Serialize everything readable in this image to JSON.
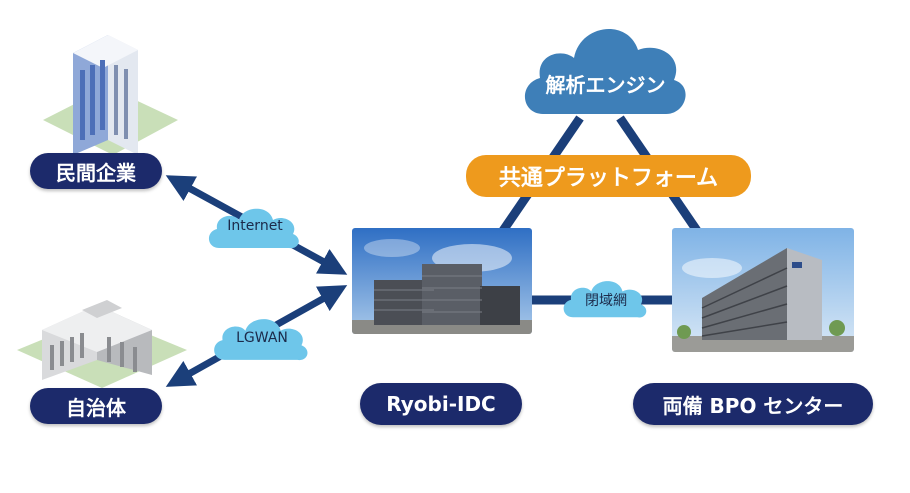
{
  "nodes": {
    "private_company": "民間企業",
    "local_government": "自治体",
    "ryobi_idc": "Ryobi-IDC",
    "bpo_center": "両備 BPO センター",
    "analysis_engine": "解析エンジン",
    "common_platform": "共通プラットフォーム"
  },
  "links": {
    "internet": "Internet",
    "lgwan": "LGWAN",
    "closed_network": "閉域網"
  },
  "colors": {
    "navy": "#1c2a6b",
    "arrow_blue": "#1b3f7a",
    "orange": "#ee9a1d",
    "cloud_light": "#6ec6ea",
    "cloud_dark": "#3e7fb8"
  }
}
